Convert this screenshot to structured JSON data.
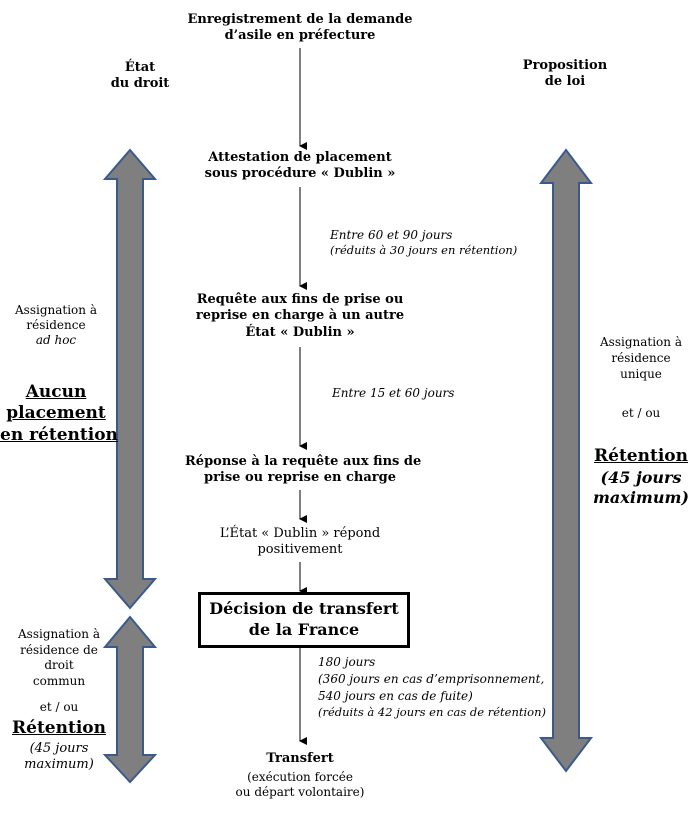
{
  "columns": {
    "left_header": [
      "État",
      "du droit"
    ],
    "right_header": [
      "Proposition",
      "de loi"
    ]
  },
  "steps": {
    "registration": [
      "Enregistrement de la demande",
      "d’asile en préfecture"
    ],
    "attestation": [
      "Attestation de placement",
      "sous procédure « Dublin »"
    ],
    "request": [
      "Requête aux fins de prise ou",
      "reprise en charge à un autre",
      "État « Dublin »"
    ],
    "response": [
      "Réponse à la requête aux fins de",
      "prise ou reprise en charge"
    ],
    "positive": [
      "L’État « Dublin » répond",
      "positivement"
    ],
    "decision": [
      "Décision de transfert",
      "de la France"
    ],
    "transfer": "Transfert",
    "transfer_detail": [
      "(exécution forcée",
      "ou départ volontaire)"
    ]
  },
  "delays": {
    "d1": [
      "Entre 60 et 90 jours",
      "(réduits à 30 jours en rétention)"
    ],
    "d2": "Entre 15 et 60 jours",
    "d3": [
      "180 jours",
      "(360 jours en cas d’emprisonnement,",
      "540 jours en cas de fuite)",
      "(réduits à 42 jours en cas de rétention)"
    ]
  },
  "left_upper": {
    "assignation": [
      "Assignation à",
      "résidence"
    ],
    "adhoc": "ad hoc",
    "no_detention": [
      "Aucun",
      "placement",
      "en rétention"
    ]
  },
  "left_lower": {
    "assignation": [
      "Assignation à",
      "résidence de",
      "droit",
      "commun"
    ],
    "etou": "et / ou",
    "retention": "Rétention",
    "max": [
      "(45 jours",
      "maximum)"
    ]
  },
  "right_side": {
    "assignation": [
      "Assignation à",
      "résidence",
      "unique"
    ],
    "etou": "et / ou",
    "retention": "Rétention",
    "max": [
      "(45 jours",
      "maximum)"
    ]
  },
  "colors": {
    "arrow_fill": "#7f7f7f",
    "arrow_stroke": "#3b5a8c"
  }
}
